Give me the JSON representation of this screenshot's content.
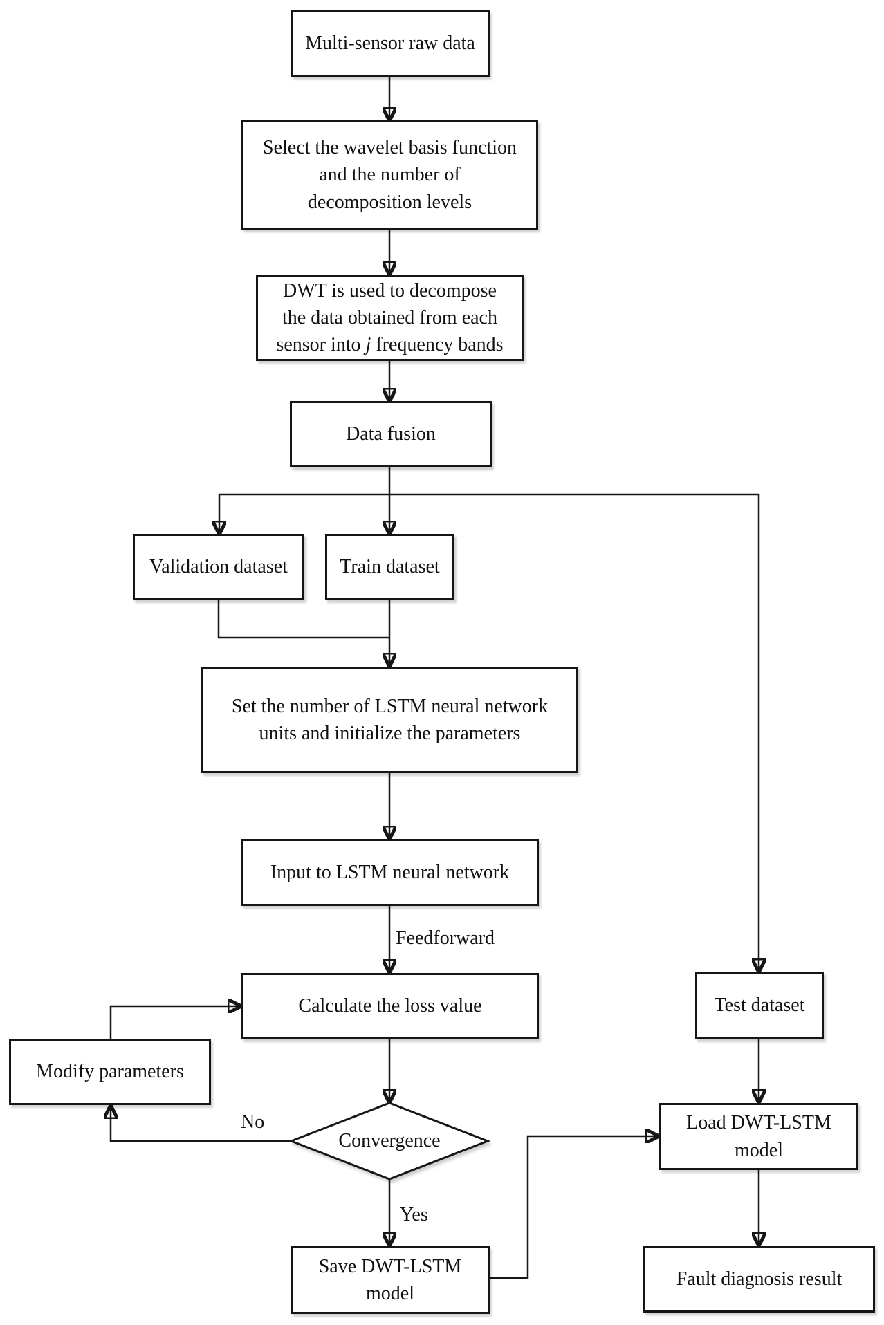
{
  "nodes": {
    "multi_sensor": {
      "label": "Multi-sensor raw data"
    },
    "select_wavelet": {
      "label": "Select the wavelet basis function\nand the number of\ndecomposition levels"
    },
    "dwt_decompose": {
      "pre": "DWT is used to decompose\nthe data obtained from each\nsensor into ",
      "italic": "j",
      "post": " frequency bands"
    },
    "data_fusion": {
      "label": "Data fusion"
    },
    "validation_dataset": {
      "label": "Validation dataset"
    },
    "train_dataset": {
      "label": "Train dataset"
    },
    "set_lstm": {
      "label": "Set the number of LSTM neural network\nunits and initialize the parameters"
    },
    "input_lstm": {
      "label": "Input to LSTM neural network"
    },
    "calculate_loss": {
      "label": "Calculate the loss value"
    },
    "modify_params": {
      "label": "Modify parameters"
    },
    "convergence": {
      "label": "Convergence"
    },
    "save_model": {
      "label": "Save DWT-LSTM\nmodel"
    },
    "test_dataset": {
      "label": "Test dataset"
    },
    "load_model": {
      "label": "Load DWT-LSTM\nmodel"
    },
    "fault_result": {
      "label": "Fault diagnosis result"
    }
  },
  "edge_labels": {
    "feedforward": "Feedforward",
    "yes": "Yes",
    "no": "No"
  },
  "colors": {
    "line": "#161616",
    "box_border": "#151515",
    "background": "#ffffff",
    "text": "#111111"
  }
}
